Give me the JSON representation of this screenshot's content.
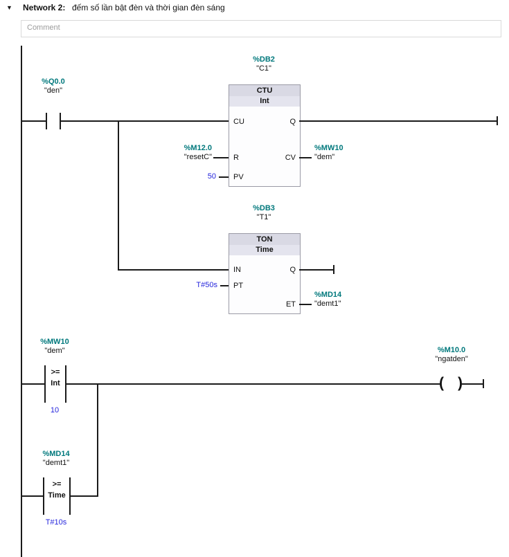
{
  "network": {
    "collapse_icon": "▼",
    "title": "Network 2:",
    "description": "đếm số lần bật đèn và thời gian đèn sáng",
    "comment_placeholder": "Comment"
  },
  "colors": {
    "address": "#00787c",
    "constant": "#2424dc",
    "wire": "#1a1a1a",
    "block_border": "#9a9aa5",
    "block_header_bg": "#d9d9e4",
    "block_subheader_bg": "#e4e4ee",
    "block_body_bg": "#fdfdfe",
    "comment_text": "#9b9b9b",
    "comment_border": "#d9d9d9"
  },
  "symbols": {
    "coil_open": "(",
    "coil_close": ")"
  },
  "rung1": {
    "contact": {
      "address": "%Q0.0",
      "name": "\"den\""
    },
    "counter": {
      "db_address": "%DB2",
      "db_name": "\"C1\"",
      "type": "CTU",
      "data_type": "Int",
      "pins": {
        "cu": "CU",
        "r": "R",
        "pv": "PV",
        "q": "Q",
        "cv": "CV"
      },
      "r_operand": {
        "address": "%M12.0",
        "name": "\"resetC\""
      },
      "pv_value": "50",
      "cv_operand": {
        "address": "%MW10",
        "name": "\"dem\""
      }
    },
    "timer": {
      "db_address": "%DB3",
      "db_name": "\"T1\"",
      "type": "TON",
      "data_type": "Time",
      "pins": {
        "in": "IN",
        "pt": "PT",
        "q": "Q",
        "et": "ET"
      },
      "pt_value": "T#50s",
      "et_operand": {
        "address": "%MD14",
        "name": "\"demt1\""
      }
    }
  },
  "rung2": {
    "compare": {
      "operand": {
        "address": "%MW10",
        "name": "\"dem\""
      },
      "operator": ">=",
      "data_type": "Int",
      "value": "10"
    },
    "coil": {
      "address": "%M10.0",
      "name": "\"ngatden\""
    }
  },
  "rung3": {
    "compare": {
      "operand": {
        "address": "%MD14",
        "name": "\"demt1\""
      },
      "operator": ">=",
      "data_type": "Time",
      "value": "T#10s"
    }
  }
}
